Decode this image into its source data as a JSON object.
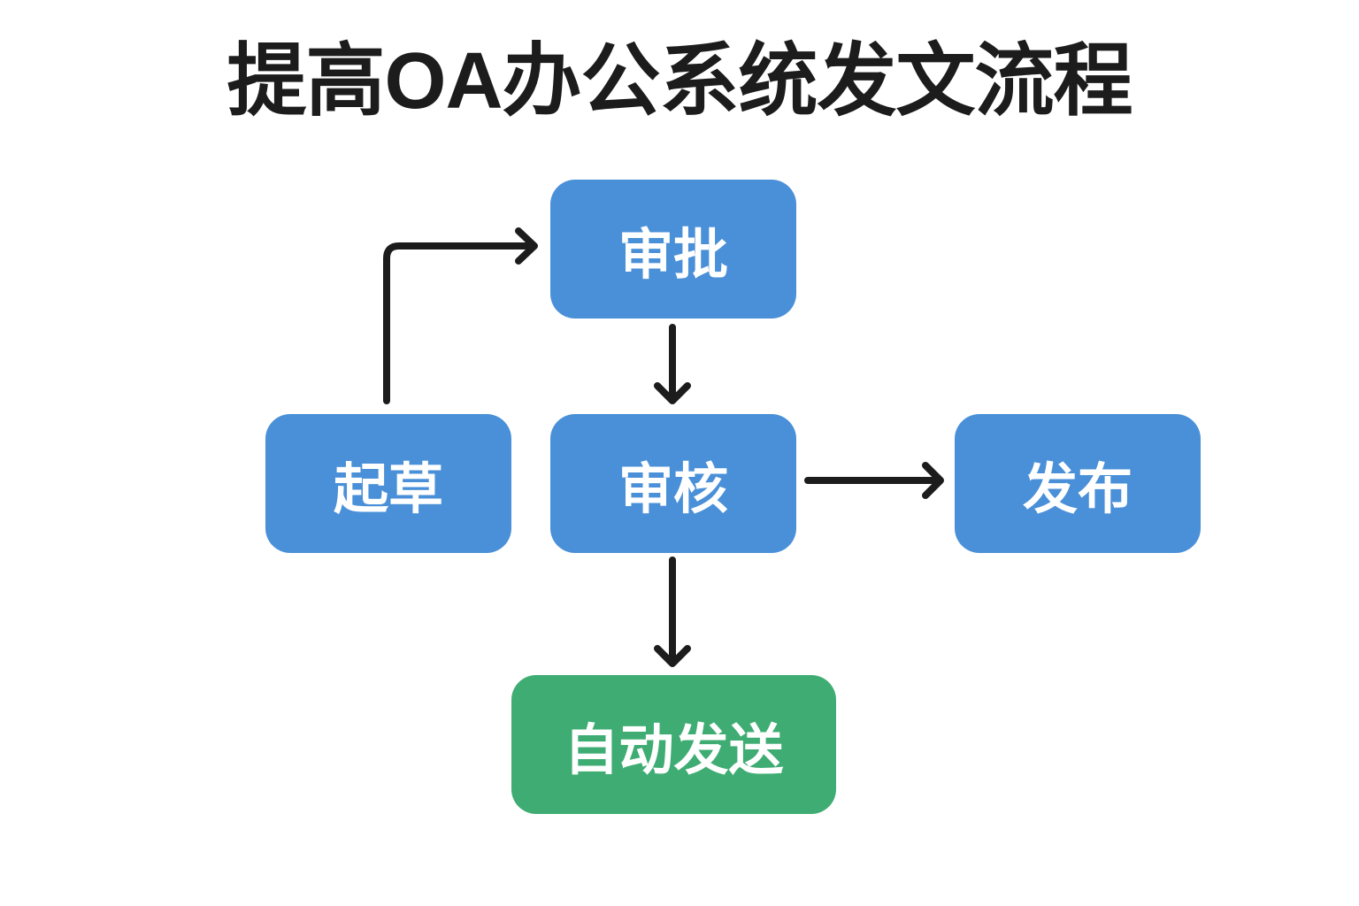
{
  "title": "提高OA办公系统发文流程",
  "nodes": [
    {
      "id": "approve",
      "label": "审批",
      "color": "blue"
    },
    {
      "id": "draft",
      "label": "起草",
      "color": "blue"
    },
    {
      "id": "review",
      "label": "审核",
      "color": "blue"
    },
    {
      "id": "publish",
      "label": "发布",
      "color": "blue"
    },
    {
      "id": "auto-send",
      "label": "自动发送",
      "color": "green"
    }
  ],
  "edges": [
    {
      "from": "起草",
      "to": "审批",
      "style": "elbow-up-then-right"
    },
    {
      "from": "审批",
      "to": "审核",
      "style": "straight-down"
    },
    {
      "from": "审核",
      "to": "发布",
      "style": "straight-right"
    },
    {
      "from": "审核",
      "to": "自动发送",
      "style": "straight-down"
    }
  ],
  "colors": {
    "node_blue": "#4A90D8",
    "node_green": "#3FAD73",
    "node_text": "#FFFFFF",
    "arrow": "#1C1C1C",
    "title_text": "#1C1C1C",
    "background": "#FFFFFF"
  }
}
